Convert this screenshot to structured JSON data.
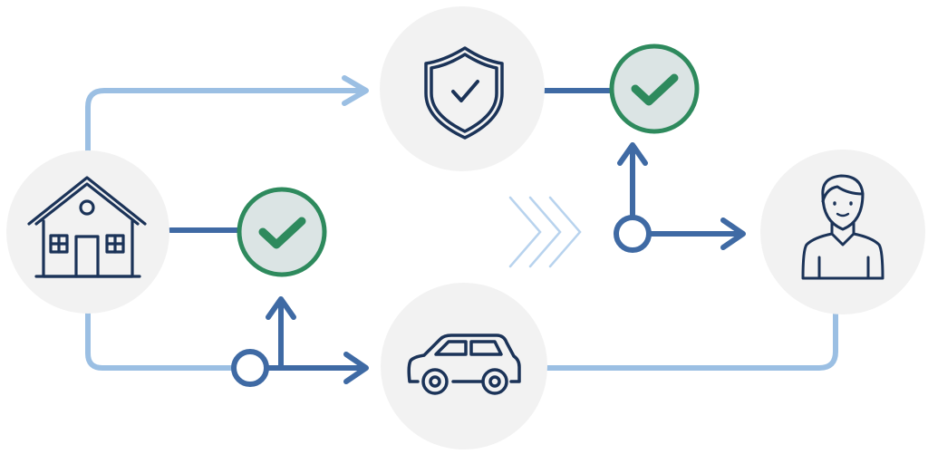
{
  "diagram": {
    "nodes": [
      {
        "id": "home",
        "icon": "house-icon"
      },
      {
        "id": "protection",
        "icon": "shield-check-icon"
      },
      {
        "id": "vehicle",
        "icon": "car-icon"
      },
      {
        "id": "person",
        "icon": "person-icon"
      }
    ],
    "checkpoints": [
      {
        "id": "home-approved",
        "icon": "check-icon"
      },
      {
        "id": "protection-approved",
        "icon": "check-icon"
      }
    ],
    "decorations": [
      "chevrons-right-icon"
    ],
    "colors": {
      "node_fill": "#f2f2f2",
      "navy": "#1b3358",
      "dark_blue": "#3f6aa4",
      "light_blue": "#9bbfe3",
      "green": "#2e8a5d",
      "check_fill": "#dbe4e4",
      "chevron": "#b8d3ee"
    }
  }
}
